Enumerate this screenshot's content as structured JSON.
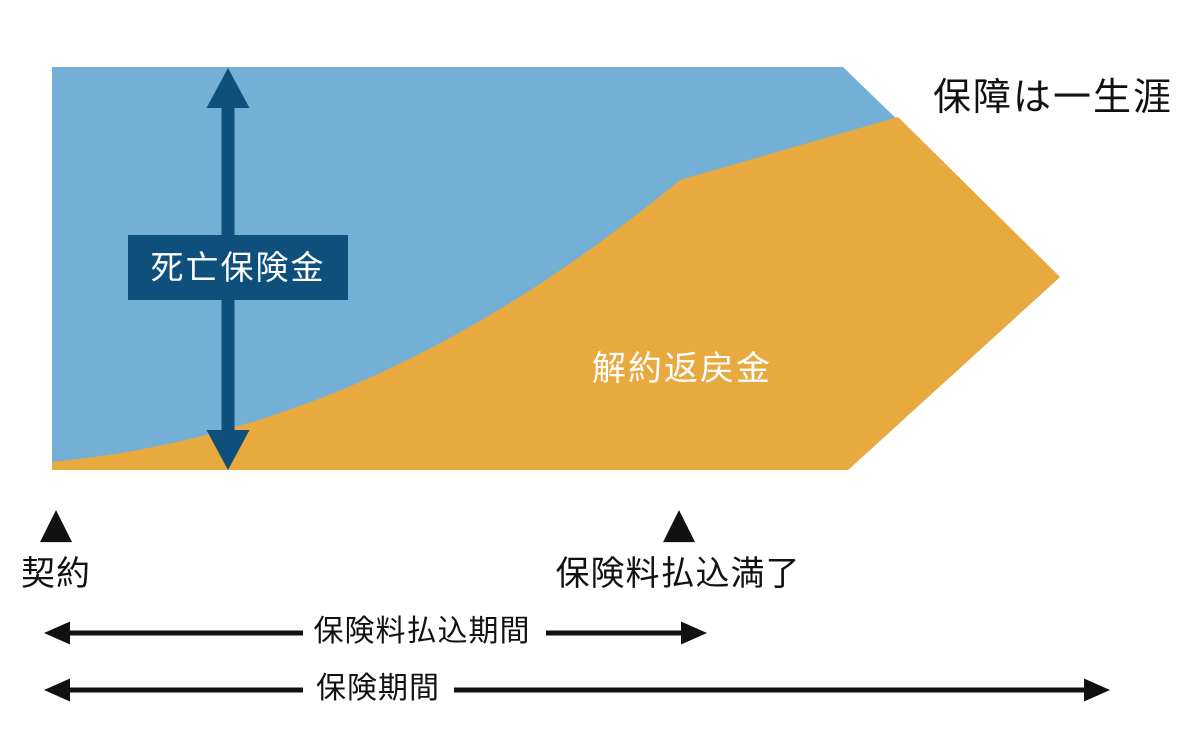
{
  "diagram": {
    "coverage_note": "保障は一生涯",
    "death_benefit": {
      "label": "死亡保険金"
    },
    "surrender_value": {
      "label": "解約返戻金"
    },
    "timeline": {
      "contract": {
        "marker": "▲",
        "label": "契約"
      },
      "premium_paid_up": {
        "marker": "▲",
        "label": "保険料払込満了"
      },
      "premium_period": {
        "label": "保険料払込期間"
      },
      "insurance_period": {
        "label": "保険期間"
      }
    },
    "colors": {
      "coverage_blue": "#74b0d5",
      "surrender_orange": "#e8a93e",
      "navy": "#0f4f7c",
      "ink": "#111111"
    }
  }
}
